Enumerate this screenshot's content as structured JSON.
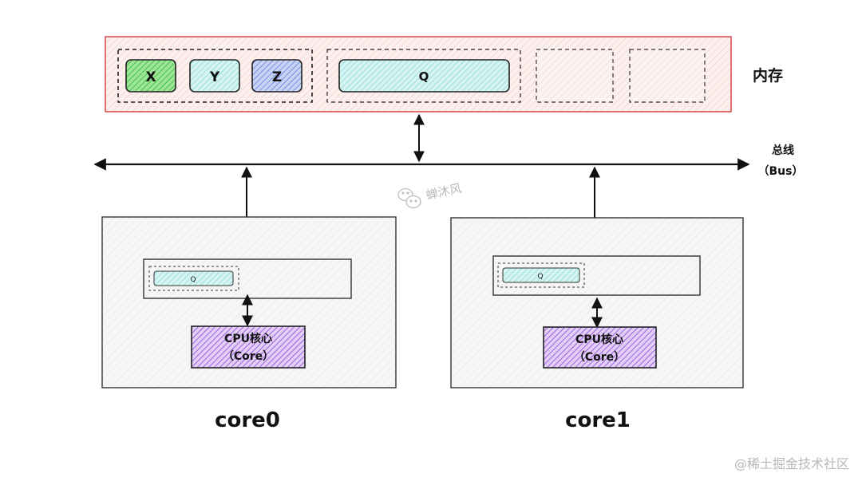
{
  "memory": {
    "label": "内存",
    "cells": [
      "X",
      "Y",
      "Z"
    ],
    "q_label": "Q"
  },
  "bus": {
    "label_line1": "总线",
    "label_line2": "（Bus）"
  },
  "cores": [
    {
      "name": "core0",
      "cache_item": "Q",
      "cpu_line1": "CPU核心",
      "cpu_line2": "（Core）"
    },
    {
      "name": "core1",
      "cache_item": "Q",
      "cpu_line1": "CPU核心",
      "cpu_line2": "（Core）"
    }
  ],
  "watermarks": {
    "center": "蝉沐风",
    "corner": "@稀土掘金技术社区"
  },
  "colors": {
    "memory_border": "#e05050",
    "memory_fill": "#fbe6e2",
    "cell_x": "#3cc83c",
    "cell_y": "#64d6d0",
    "cell_z": "#5a7ad8",
    "cache_q": "#8adcd8",
    "cpu_core": "#8a3cd6",
    "panel_fill": "#eeeeee"
  }
}
